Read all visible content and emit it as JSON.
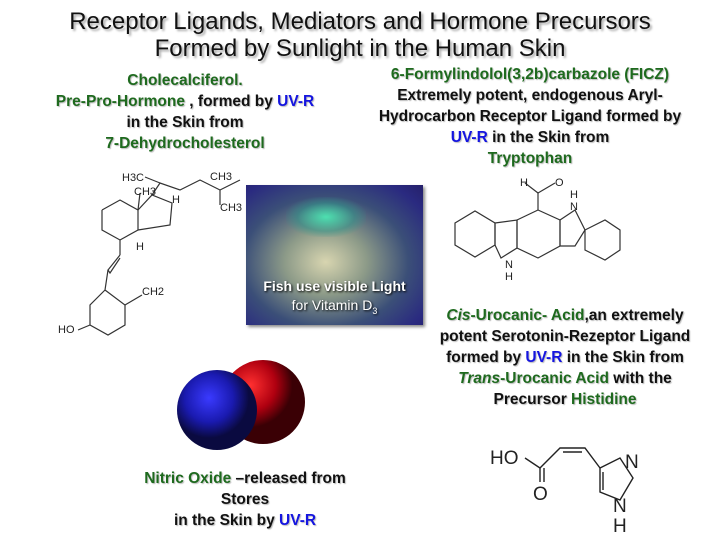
{
  "title": {
    "line1": "Receptor Ligands, Mediators and Hormone Precursors",
    "line2": "Formed by Sunlight in the Human Skin"
  },
  "vitd": {
    "name": "Cholecalciferol.",
    "l2a": "Pre-Pro-Hormone",
    "l2b": " , formed by ",
    "l2c": "UV-R",
    "l3": "in the Skin from",
    "l4": "7-Dehydrocholesterol",
    "atoms": {
      "h3c": "H3C",
      "ch3a": "CH3",
      "ch3b": "CH3",
      "ch3c": "CH3",
      "h1": "H",
      "h2": "H",
      "ch2": "CH2",
      "ho": "HO"
    }
  },
  "ficz": {
    "name": "6-Formylindolol(3,2b)carbazole (FICZ)",
    "l2": "Extremely potent, endogenous Aryl-",
    "l3": "Hydrocarbon Receptor Ligand formed by",
    "l4a": "UV-R",
    "l4b": " in the Skin from",
    "l5": "Tryptophan",
    "atoms": {
      "h": "H",
      "o": "O",
      "nh1": "N",
      "h1": "H",
      "nh2": "N",
      "h2": "H"
    }
  },
  "photo": {
    "line1": "Fish use visible Light",
    "line2": "for Vitamin D",
    "sub": "3"
  },
  "uca": {
    "a1": "Cis",
    "a2": "-Urocanic- Acid",
    "a3": ",an extremely",
    "l2": "potent Serotonin-Rezeptor  Ligand",
    "l3a": "formed by ",
    "l3b": "UV-R",
    "l3c": " in the Skin from",
    "l4a": "Trans",
    "l4b": "-Urocanic Acid",
    "l4c": "  with the",
    "l5a": "Precursor ",
    "l5b": "Histidine",
    "atoms": {
      "ho": "HO",
      "o": "O",
      "n1": "N",
      "n2": "N",
      "h": "H"
    }
  },
  "no": {
    "l1a": "Nitric Oxide",
    "l1b": " –released from",
    "l2": "Stores",
    "l3a": "in the Skin by ",
    "l3b": "UV-R"
  }
}
